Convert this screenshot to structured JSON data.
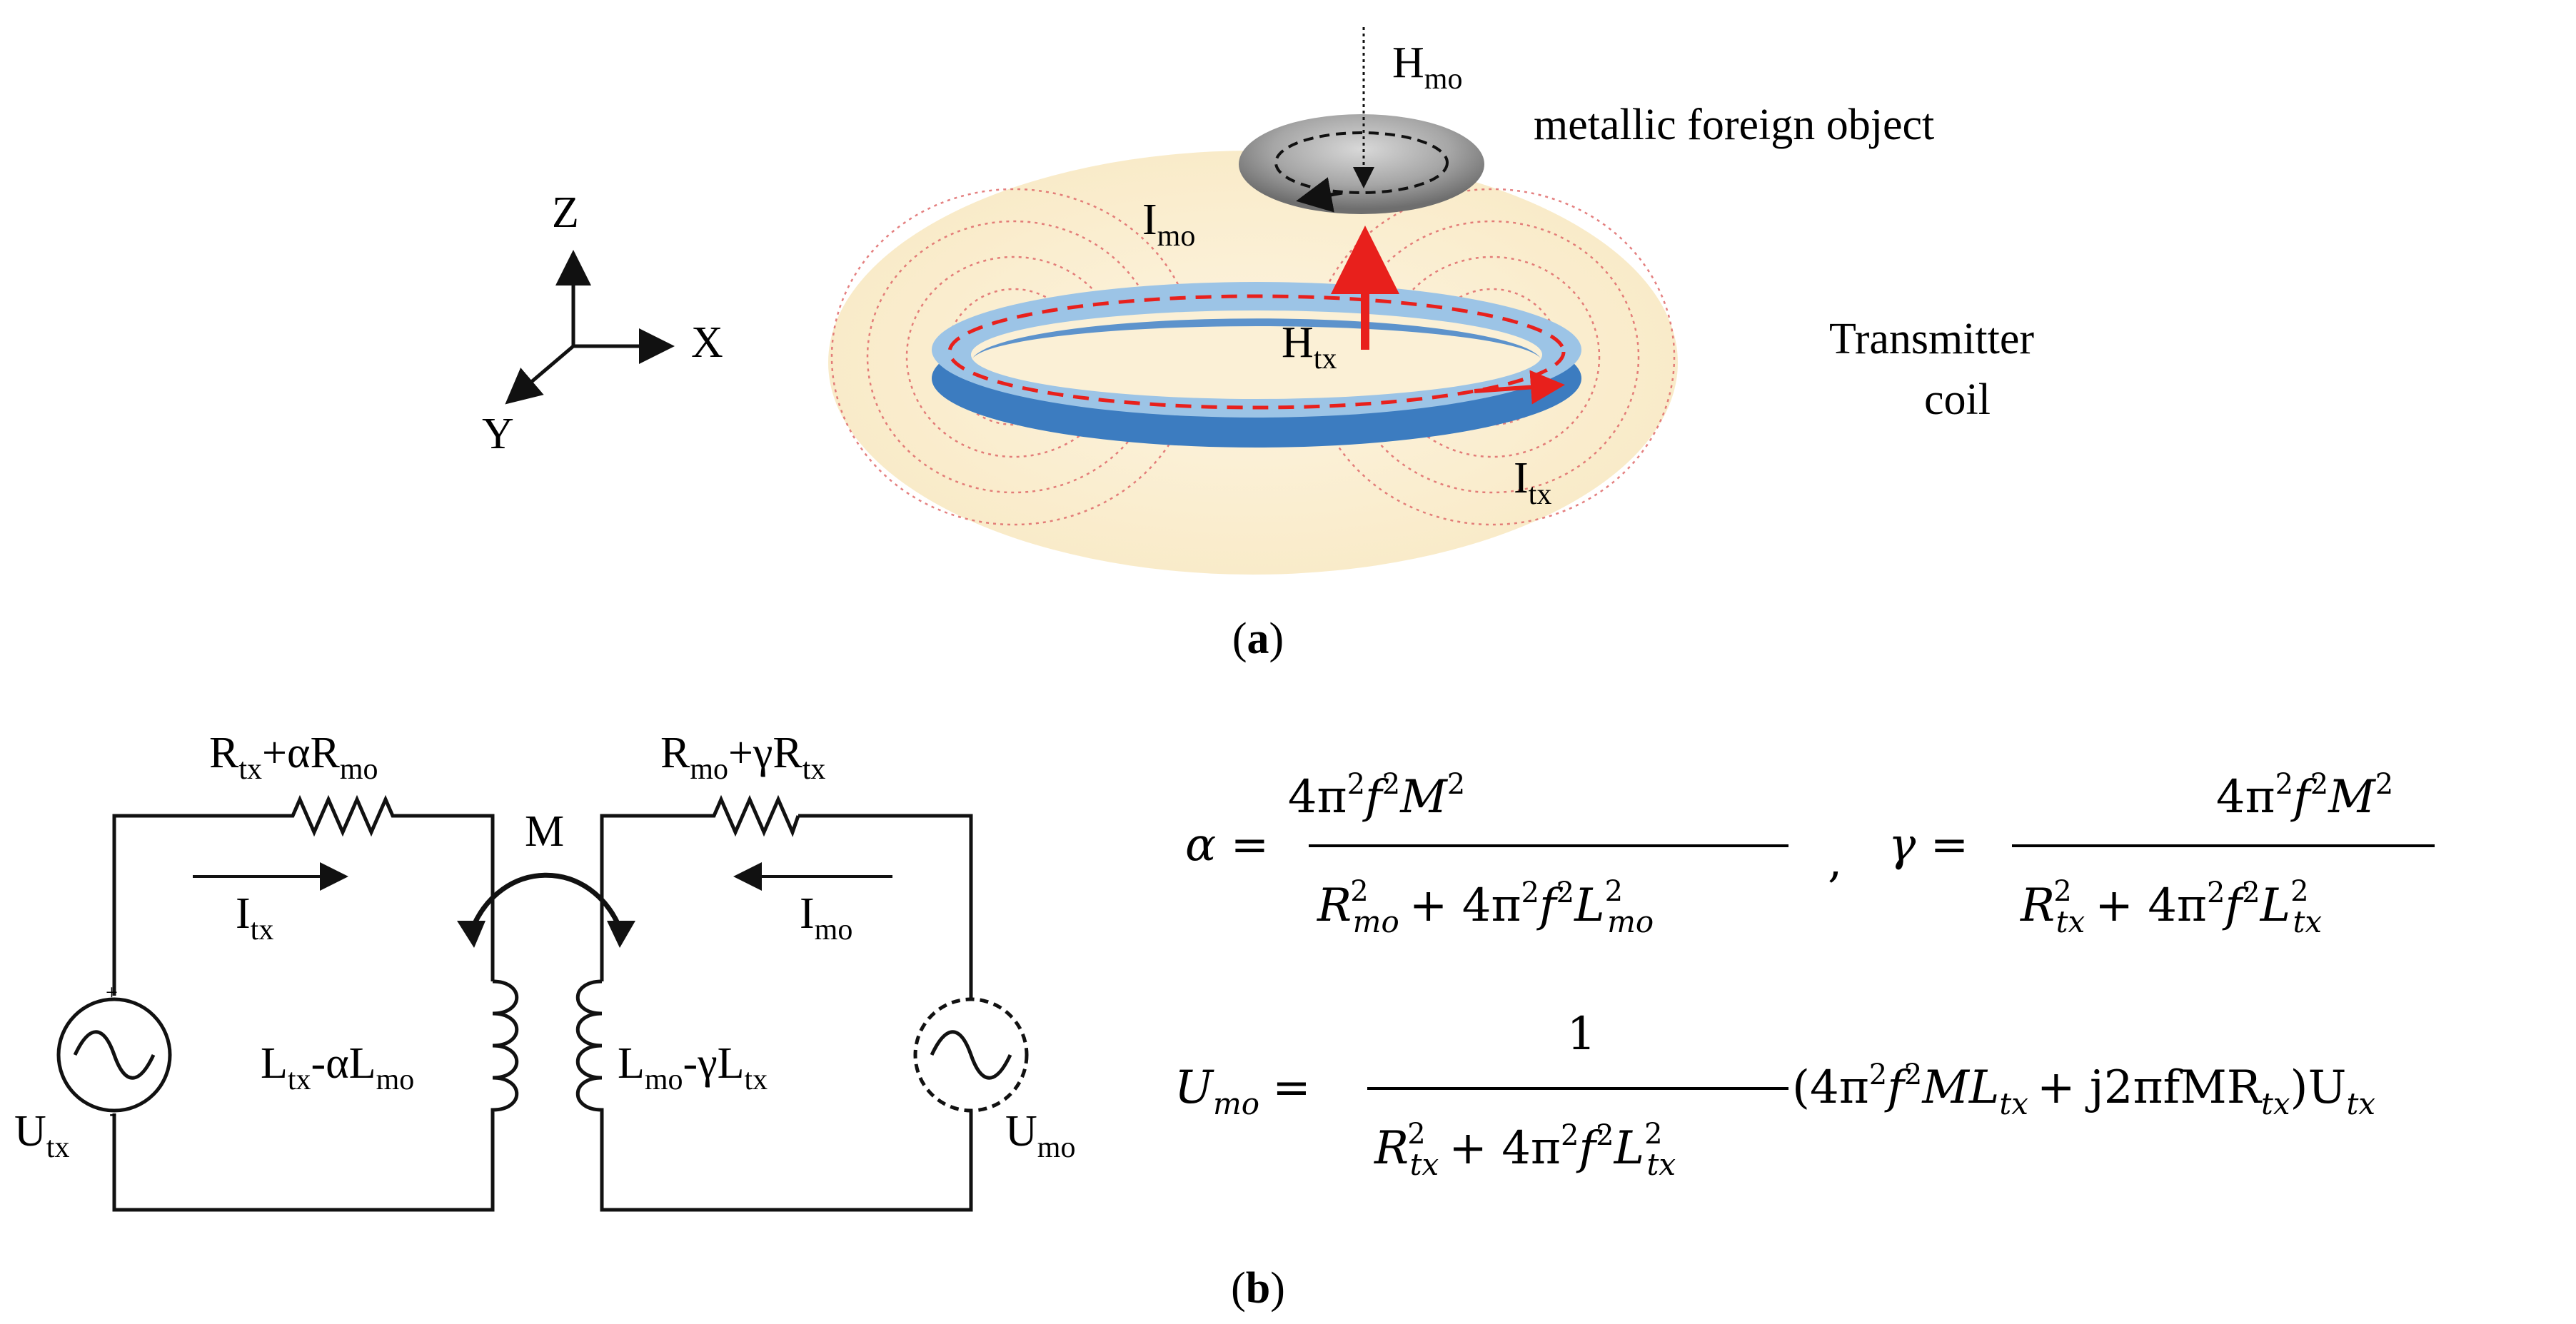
{
  "panel_a": {
    "caption_open": "(",
    "caption_letter": "a",
    "caption_close": ")",
    "axes": {
      "z": "Z",
      "x": "X",
      "y": "Y"
    },
    "h_mo": {
      "main": "H",
      "sub": "mo"
    },
    "i_mo": {
      "main": "I",
      "sub": "mo"
    },
    "h_tx": {
      "main": "H",
      "sub": "tx"
    },
    "i_tx": {
      "main": "I",
      "sub": "tx"
    },
    "foreign_object_label": "metallic foreign object",
    "coil_label_line1": "Transmitter",
    "coil_label_line2": "coil",
    "colors": {
      "field_background": "#fbf0d6",
      "field_lines": "#e06a6a",
      "coil_top": "#9cc4e6",
      "coil_side": "#3c7cc0",
      "current_arrow": "#e8201c",
      "foreign_object": "#8c8c8c"
    }
  },
  "panel_b": {
    "caption_open": "(",
    "caption_letter": "b",
    "caption_close": ")",
    "circuit": {
      "r_left": {
        "p1": "R",
        "s1": "tx",
        "p2": "+αR",
        "s2": "mo"
      },
      "r_right": {
        "p1": "R",
        "s1": "mo",
        "p2": "+γR",
        "s2": "tx"
      },
      "mutual": "M",
      "i_tx": {
        "main": "I",
        "sub": "tx"
      },
      "i_mo": {
        "main": "I",
        "sub": "mo"
      },
      "l_left": {
        "p1": "L",
        "s1": "tx",
        "p2": "-αL",
        "s2": "mo"
      },
      "l_right": {
        "p1": "L",
        "s1": "mo",
        "p2": "-γL",
        "s2": "tx"
      },
      "u_tx": {
        "main": "U",
        "sub": "tx"
      },
      "u_mo": {
        "main": "U",
        "sub": "mo"
      },
      "source_plus": "+",
      "source_minus": "-"
    },
    "equations": {
      "alpha": {
        "lhs": "α =",
        "num": {
          "a": "4π",
          "a_sup": "2",
          "b": "f",
          "b_sup": "2",
          "c": "M",
          "c_sup": "2"
        },
        "den": {
          "a": "R",
          "a_sup": "2",
          "a_sub": "mo",
          "plus": "+ 4π",
          "plus_sup": "2",
          "b": "f",
          "b_sup": "2",
          "c": "L",
          "c_sup": "2",
          "c_sub": "mo"
        }
      },
      "separator": ",",
      "gamma": {
        "lhs": "γ =",
        "num": {
          "a": "4π",
          "a_sup": "2",
          "b": "f",
          "b_sup": "2",
          "c": "M",
          "c_sup": "2"
        },
        "den": {
          "a": "R",
          "a_sup": "2",
          "a_sub": "tx",
          "plus": "+ 4π",
          "plus_sup": "2",
          "b": "f",
          "b_sup": "2",
          "c": "L",
          "c_sup": "2",
          "c_sub": "tx"
        }
      },
      "u_mo": {
        "lhs_main": "U",
        "lhs_sub": "mo",
        "eq": "=",
        "num": "1",
        "den": {
          "a": "R",
          "a_sup": "2",
          "a_sub": "tx",
          "plus": "+ 4π",
          "plus_sup": "2",
          "b": "f",
          "b_sup": "2",
          "c": "L",
          "c_sup": "2",
          "c_sub": "tx"
        },
        "rhs": {
          "open": "(4π",
          "sup1": "2",
          "f": "f",
          "sup2": "2",
          "ml": "ML",
          "sub1": "tx",
          "plus": "+ j2πfMR",
          "sub2": "tx",
          "close": ")U",
          "sub3": "tx"
        }
      }
    }
  }
}
